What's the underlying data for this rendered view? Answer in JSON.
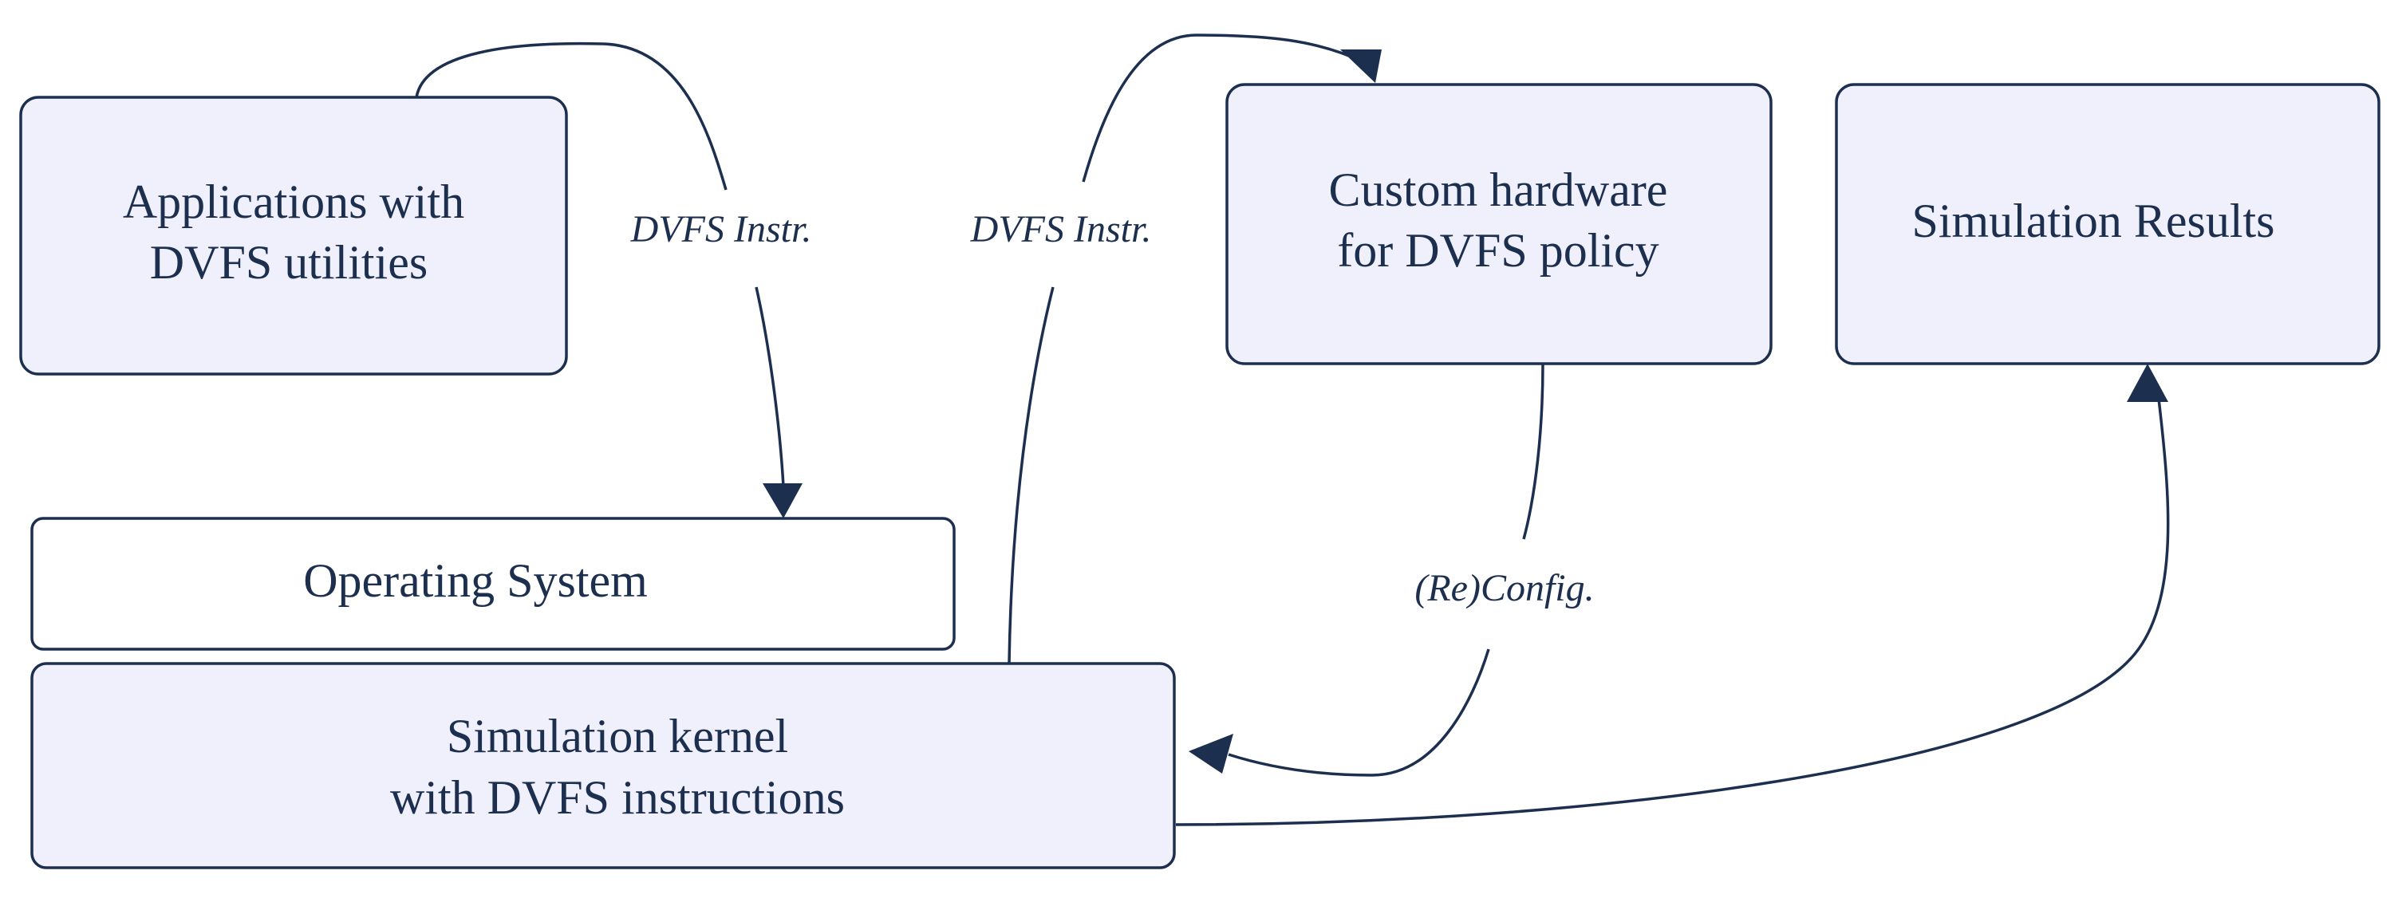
{
  "colors": {
    "stroke": "#1d2f4e",
    "text": "#1d2f4e",
    "node_fill": "#eff0fb",
    "plain_fill": "#ffffff",
    "background": "#ffffff"
  },
  "nodes": {
    "applications": {
      "line1": "Applications with",
      "line2": "DVFS utilities"
    },
    "os": {
      "label": "Operating System"
    },
    "kernel": {
      "line1": "Simulation kernel",
      "line2": "with DVFS instructions"
    },
    "custom_hw": {
      "line1": "Custom hardware",
      "line2": "for DVFS policy"
    },
    "results": {
      "label": "Simulation Results"
    }
  },
  "edges": {
    "apps_to_os": {
      "label": "DVFS Instr."
    },
    "kernel_to_hw": {
      "label": "DVFS Instr."
    },
    "hw_to_kernel": {
      "label": "(Re)Config."
    },
    "kernel_to_results": {
      "label": ""
    }
  }
}
